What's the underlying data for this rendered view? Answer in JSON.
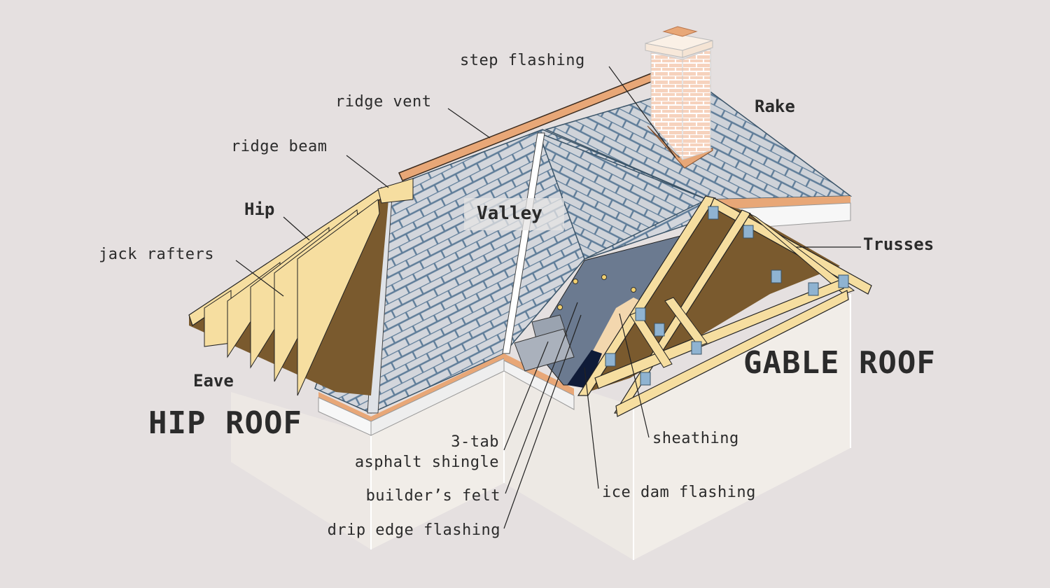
{
  "title": "Roof anatomy: hip roof and gable roof",
  "colors": {
    "background": "#e5e0e0",
    "wall": "#f1ede8",
    "shingle": "#d3d6dc",
    "shingle_line": "#5f7d99",
    "lumber": "#f6dea0",
    "lumber_dark": "#7a5a2e",
    "flashing": "#e8a777",
    "felt": "#6b7a90",
    "ice_dam": "#0f1b38",
    "brick": "#f6d2bd",
    "text": "#2b2b2b"
  },
  "sections": {
    "hip_roof": "HIP ROOF",
    "gable_roof": "GABLE ROOF"
  },
  "labels": {
    "step_flashing": "step flashing",
    "ridge_vent": "ridge vent",
    "ridge_beam": "ridge beam",
    "hip": "Hip",
    "jack_rafters": "jack rafters",
    "eave": "Eave",
    "valley": "Valley",
    "rake": "Rake",
    "trusses": "Trusses",
    "three_tab": "3-tab",
    "asphalt_shingle": "asphalt shingle",
    "builders_felt": "builder’s felt",
    "drip_edge_flashing": "drip edge flashing",
    "sheathing": "sheathing",
    "ice_dam_flashing": "ice dam flashing"
  }
}
